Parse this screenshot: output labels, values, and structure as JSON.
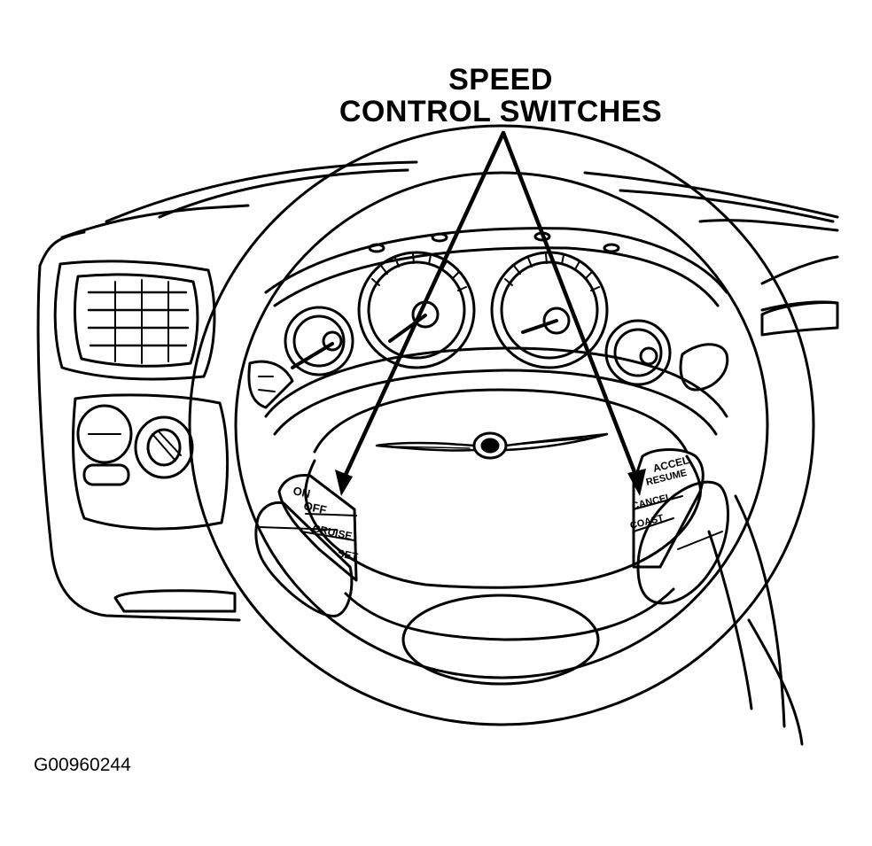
{
  "callout": {
    "line1": "SPEED",
    "line2": "CONTROL SWITCHES"
  },
  "left_switch": {
    "on": "ON",
    "off": "OFF",
    "cruise": "CRUISE",
    "set": "SET"
  },
  "right_switch": {
    "accel": "ACCEL",
    "resume": "RESUME",
    "cancel": "CANCEL",
    "coast": "COAST"
  },
  "figure_id": "G00960244",
  "colors": {
    "ink": "#000000",
    "paper": "#ffffff"
  }
}
